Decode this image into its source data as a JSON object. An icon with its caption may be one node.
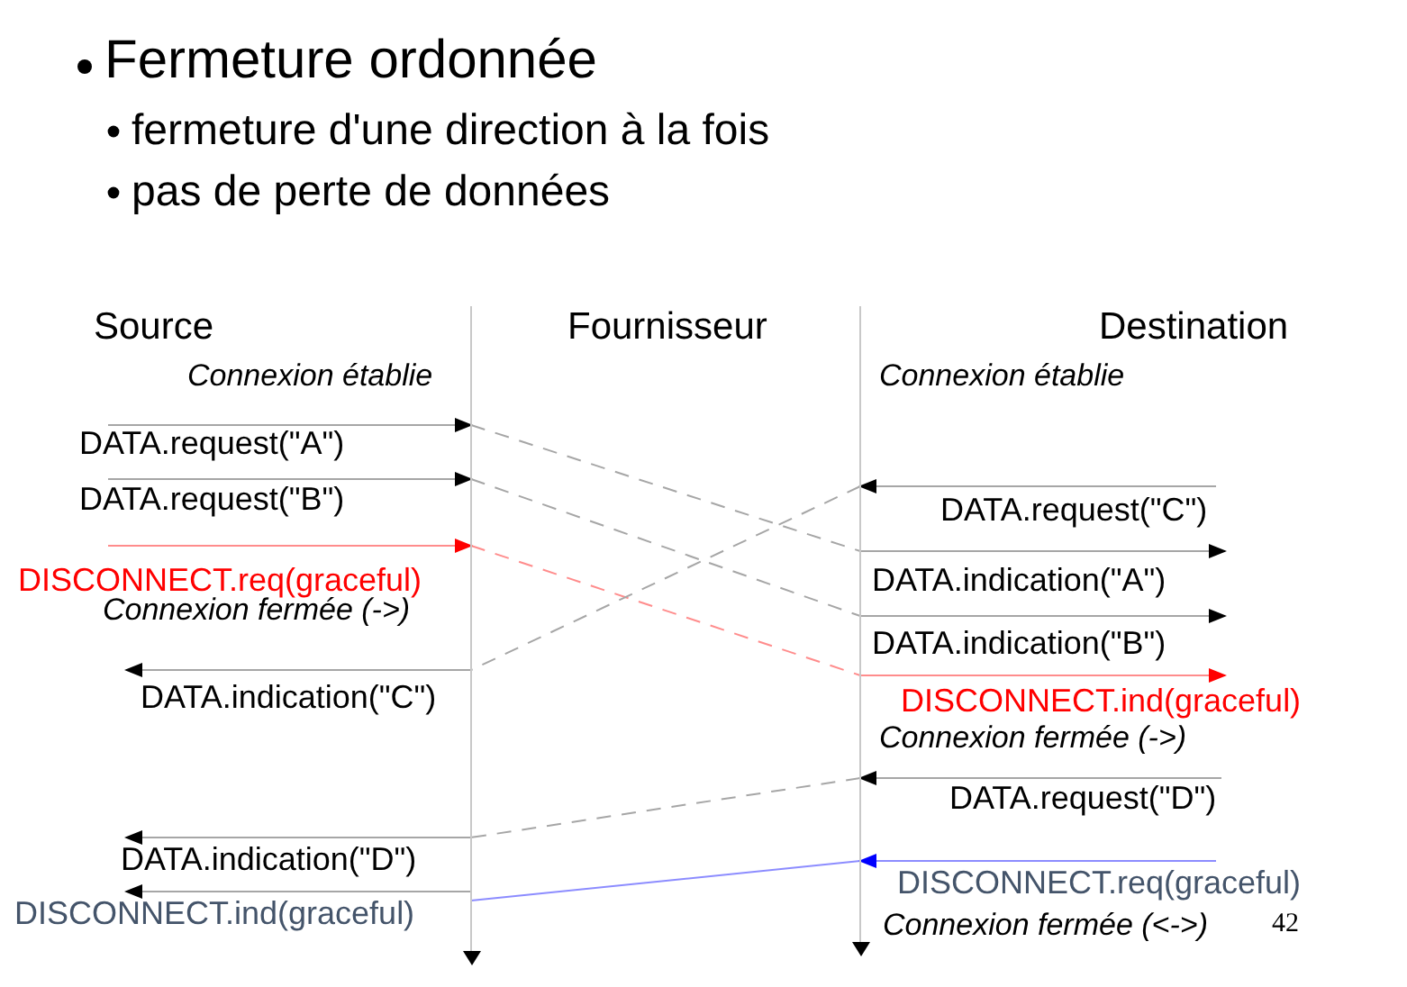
{
  "diagram": {
    "title": "Fermeture ordonnée",
    "nodes": [
      {
        "text": [],
        "shape": "line"
      },
      {
        "text": [],
        "shape": "line"
      }
    ],
    "edges": [
      {
        "from": null,
        "to": 0,
        "arrow": "to",
        "label": "DATA.request(\"A\")"
      },
      {
        "from": null,
        "to": 0,
        "arrow": "to",
        "label": "DATA.request(\"B\")"
      },
      {
        "from": null,
        "to": 0,
        "arrow": "to",
        "label": "DISCONNECT.req(graceful)",
        "color": "#ff0000"
      },
      {
        "from": 0,
        "to": null,
        "arrow": "to",
        "label": "DATA.indication(\"C\")"
      },
      {
        "from": 0,
        "to": null,
        "arrow": "to",
        "label": "DATA.indication(\"D\")"
      },
      {
        "from": 0,
        "to": null,
        "arrow": "to",
        "label": "DISCONNECT.ind(graceful)"
      },
      {
        "from": null,
        "to": 1,
        "arrow": "to",
        "label": "DATA.request(\"C\")"
      },
      {
        "from": 1,
        "to": null,
        "arrow": "to",
        "label": "DATA.indication(\"A\")"
      },
      {
        "from": 1,
        "to": null,
        "arrow": "to",
        "label": "DATA.indication(\"B\")"
      },
      {
        "from": 1,
        "to": null,
        "arrow": "to",
        "label": "DISCONNECT.ind(graceful)",
        "color": "#ff0000"
      },
      {
        "from": null,
        "to": 1,
        "arrow": "to",
        "label": "DATA.request(\"D\")"
      },
      {
        "from": null,
        "to": 1,
        "arrow": "to",
        "label": "DISCONNECT.req(graceful)",
        "color": "#0000ff"
      },
      {
        "from": 0,
        "to": 1,
        "arrow": "none",
        "style": "dashed"
      },
      {
        "from": 0,
        "to": 1,
        "arrow": "none",
        "style": "dashed"
      },
      {
        "from": 0,
        "to": 1,
        "arrow": "none",
        "style": "dashed",
        "color": "#ff0000"
      },
      {
        "from": 1,
        "to": 0,
        "arrow": "none",
        "style": "dashed"
      },
      {
        "from": 1,
        "to": 0,
        "arrow": "none",
        "style": "dashed"
      },
      {
        "from": 1,
        "to": 0,
        "arrow": "none",
        "color": "#0000ff"
      }
    ],
    "labels": [
      "fermeture d'une direction à la fois",
      "pas de perte de données",
      "Source",
      "Fournisseur",
      "Destination",
      "Connexion établie",
      "Connexion établie",
      "Connexion fermée (->)",
      "Connexion fermée (->)",
      "Connexion fermée (<->)",
      "42"
    ]
  }
}
